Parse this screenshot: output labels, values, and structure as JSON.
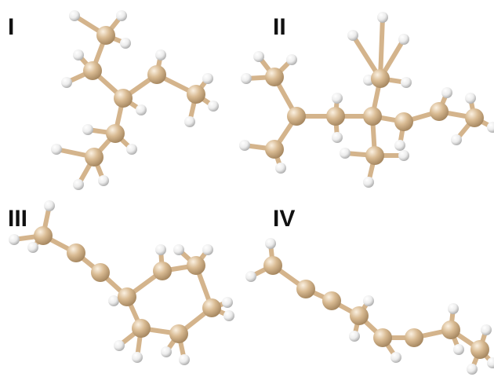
{
  "figure": {
    "panels": [
      {
        "id": "panel-1",
        "label": "I"
      },
      {
        "id": "panel-2",
        "label": "II"
      },
      {
        "id": "panel-3",
        "label": "III"
      },
      {
        "id": "panel-4",
        "label": "IV"
      }
    ],
    "colors": {
      "carbon": "#d4b48c",
      "hydrogen": "#f2f2f2",
      "bond": "#d4b48c",
      "label": "#111111",
      "background": "#ffffff"
    }
  }
}
